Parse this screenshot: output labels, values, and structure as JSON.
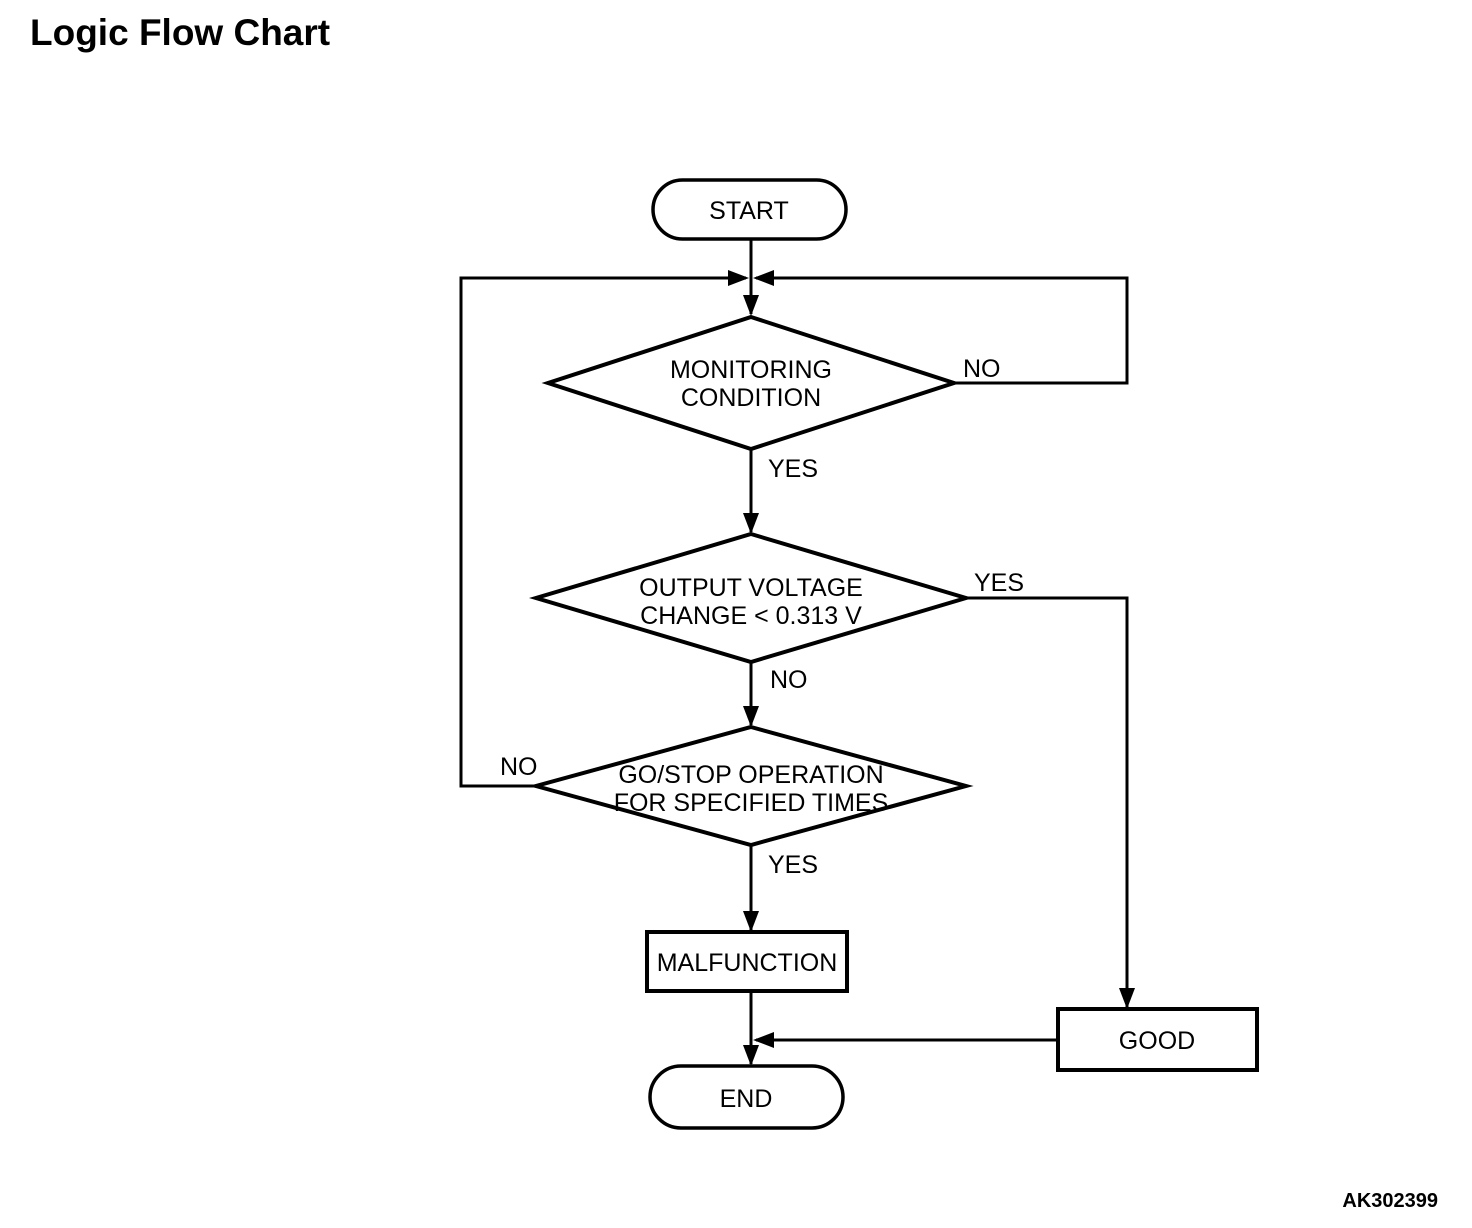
{
  "page": {
    "title": "Logic Flow Chart",
    "figure_code": "AK302399",
    "background_color": "#ffffff",
    "line_color": "#000000"
  },
  "flowchart": {
    "nodes": {
      "start": {
        "type": "terminator",
        "label": "START"
      },
      "monitoring_condition": {
        "type": "decision",
        "label_line1": "MONITORING",
        "label_line2": "CONDITION"
      },
      "output_voltage": {
        "type": "decision",
        "label_line1": "OUTPUT VOLTAGE",
        "label_line2": "CHANGE < 0.313 V"
      },
      "go_stop_operation": {
        "type": "decision",
        "label_line1": "GO/STOP OPERATION",
        "label_line2": "FOR SPECIFIED TIMES"
      },
      "malfunction": {
        "type": "process",
        "label": "MALFUNCTION"
      },
      "good": {
        "type": "process",
        "label": "GOOD"
      },
      "end": {
        "type": "terminator",
        "label": "END"
      }
    },
    "edge_labels": {
      "monitoring_no": "NO",
      "monitoring_yes": "YES",
      "voltage_yes": "YES",
      "voltage_no": "NO",
      "go_stop_no": "NO",
      "go_stop_yes": "YES"
    }
  }
}
